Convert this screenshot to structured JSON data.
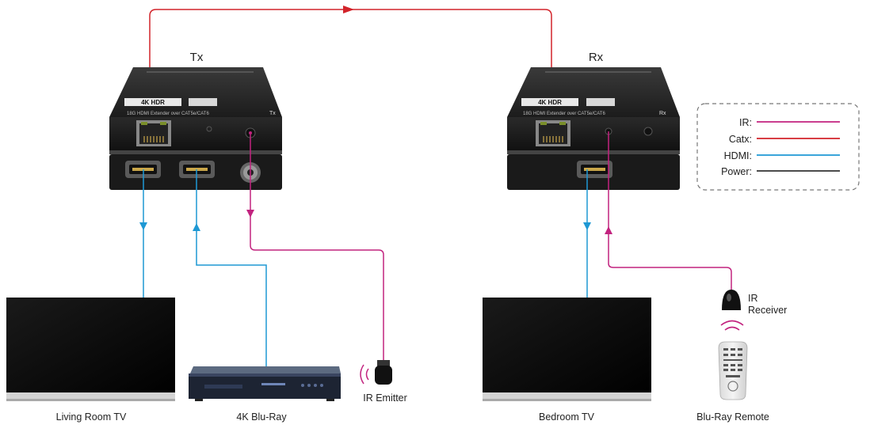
{
  "devices": {
    "tx": {
      "title": "Tx",
      "badge": "4K HDR",
      "desc": "18G HDMI Extender over CAT5e/CAT6",
      "side_label": "Tx"
    },
    "rx": {
      "title": "Rx",
      "badge": "4K HDR",
      "desc": "18G HDMI Extender over CAT5e/CAT6",
      "side_label": "Rx"
    }
  },
  "endpoints": {
    "living_room_tv": "Living Room TV",
    "bluray_player": "4K Blu-Ray",
    "ir_emitter": "IR Emitter",
    "bedroom_tv": "Bedroom TV",
    "ir_receiver_line1": "IR",
    "ir_receiver_line2": "Receiver",
    "bluray_remote": "Blu-Ray Remote"
  },
  "legend": {
    "items": [
      {
        "label": "IR:",
        "color": "#c2237f"
      },
      {
        "label": "Catx:",
        "color": "#d2232a"
      },
      {
        "label": "HDMI:",
        "color": "#1e98d4"
      },
      {
        "label": "Power:",
        "color": "#333333"
      }
    ]
  },
  "colors": {
    "ir": "#c2237f",
    "catx": "#d2232a",
    "hdmi": "#1e98d4",
    "power": "#333333"
  }
}
